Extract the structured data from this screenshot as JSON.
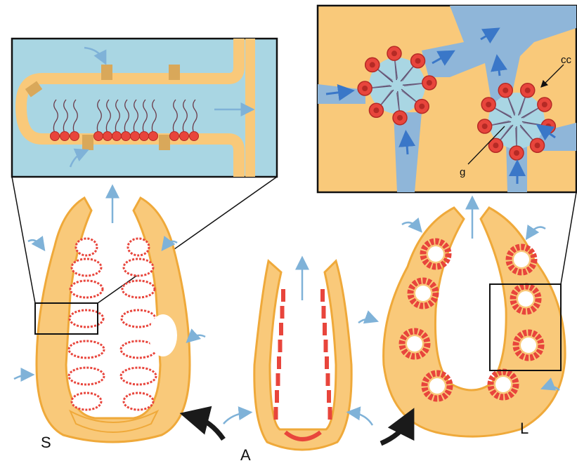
{
  "labels": {
    "sponge_S": "S",
    "sponge_A": "A",
    "sponge_L": "L",
    "choanocyte_cell": "cc",
    "glycocalyx": "g"
  },
  "colors": {
    "body": "#F9C97A",
    "body_edge": "#EFA93A",
    "water": "#A9D6E3",
    "water_dark": "#8FB6D9",
    "choanocyte": "#E8453C",
    "choanocyte_dark": "#B52A25",
    "flow_arrow": "#7FB2D8",
    "flow_arrow_dark": "#3A77C8",
    "transition_arrow": "#1A1A1A"
  },
  "icons": [
    "inflow-arrow",
    "outflow-arrow",
    "transition-arrow",
    "zoom-line"
  ]
}
